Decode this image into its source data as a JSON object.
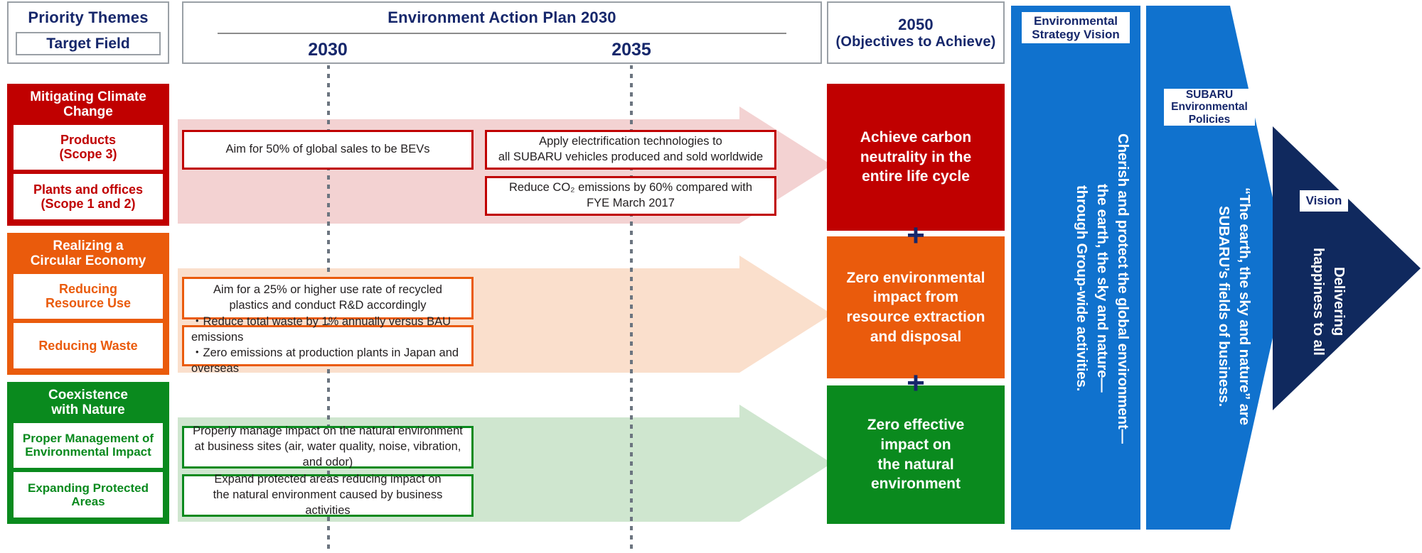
{
  "header": {
    "priority_themes": "Priority Themes",
    "target_field": "Target Field",
    "action_plan_title": "Environment Action Plan 2030",
    "year_2030": "2030",
    "year_2035": "2035",
    "objectives_year": "2050",
    "objectives_sub": "(Objectives to Achieve)"
  },
  "colors": {
    "red": "#c00000",
    "red_pale": "#f3d2d2",
    "orange": "#ea5b0c",
    "orange_pale": "#fadfcc",
    "green": "#0a8a1e",
    "green_pale": "#cfe6cf",
    "navy": "#16276b",
    "blue": "#1072ce",
    "dark_navy": "#10295e",
    "grey_border": "#9aa0a6"
  },
  "rows": [
    {
      "theme": "Mitigating Climate\nChange",
      "theme_line1": "Mitigating Climate",
      "theme_line2": "Change",
      "color": "#c00000",
      "pale": "#f3d2d2",
      "subs": [
        "Products\n(Scope 3)",
        "Plants and offices\n(Scope 1 and 2)"
      ],
      "sub1_l1": "Products",
      "sub1_l2": "(Scope 3)",
      "sub2_l1": "Plants and offices",
      "sub2_l2": "(Scope 1 and 2)",
      "actions": [
        {
          "text": "Aim for 50% of global sales to be BEVs",
          "column": "2030"
        },
        {
          "text": "Apply electrification technologies to\nall SUBARU vehicles produced and sold worldwide",
          "column": "2035"
        },
        {
          "text": "Reduce CO₂ emissions by 60% compared with\nFYE March 2017",
          "column": "2035"
        }
      ],
      "a1": "Aim for 50% of global sales to be BEVs",
      "a2_l1": "Apply electrification technologies to",
      "a2_l2": "all SUBARU vehicles produced and sold worldwide",
      "a3_l1": "Reduce CO₂ emissions by 60% compared with",
      "a3_l2": "FYE March 2017",
      "objective": "Achieve carbon neutrality in the entire life cycle",
      "obj_l1": "Achieve carbon",
      "obj_l2": "neutrality in the",
      "obj_l3": "entire life cycle"
    },
    {
      "theme": "Realizing a\nCircular Economy",
      "theme_line1": "Realizing a",
      "theme_line2": "Circular Economy",
      "color": "#ea5b0c",
      "pale": "#fadfcc",
      "subs": [
        "Reducing\nResource Use",
        "Reducing Waste"
      ],
      "sub1_l1": "Reducing",
      "sub1_l2": "Resource Use",
      "sub2_l1": "Reducing Waste",
      "sub2_l2": "",
      "actions": [
        {
          "text": "Aim for a 25% or higher use rate of recycled\nplastics and conduct R&D accordingly",
          "column": "2030"
        },
        {
          "text": "・Reduce total waste by 1% annually versus BAU emissions\n・Zero emissions at production plants in Japan and overseas",
          "column": "2030"
        }
      ],
      "a1_l1": "Aim for a 25% or higher use rate of recycled",
      "a1_l2": "plastics and conduct R&D accordingly",
      "a2_l1": "・Reduce total waste by 1% annually versus BAU emissions",
      "a2_l2": "・Zero emissions at production plants in Japan and overseas",
      "objective": "Zero environmental impact from resource extraction and disposal",
      "obj_l1": "Zero environmental",
      "obj_l2": "impact from",
      "obj_l3": "resource extraction",
      "obj_l4": "and disposal"
    },
    {
      "theme": "Coexistence\nwith Nature",
      "theme_line1": "Coexistence",
      "theme_line2": "with Nature",
      "color": "#0a8a1e",
      "pale": "#cfe6cf",
      "subs": [
        "Proper Management of\nEnvironmental Impact",
        "Expanding Protected\nAreas"
      ],
      "sub1_l1": "Proper Management of",
      "sub1_l2": "Environmental Impact",
      "sub2_l1": "Expanding Protected",
      "sub2_l2": "Areas",
      "actions": [
        {
          "text": "Properly manage impact on the natural environment\nat business sites (air, water quality, noise, vibration, and odor)",
          "column": "2030"
        },
        {
          "text": "Expand protected areas reducing impact on\nthe natural environment caused by business activities",
          "column": "2030"
        }
      ],
      "a1_l1": "Properly manage impact on the natural environment",
      "a1_l2": "at business sites (air, water quality, noise, vibration, and odor)",
      "a2_l1": "Expand protected areas reducing impact on",
      "a2_l2": "the natural environment caused by business activities",
      "objective": "Zero effective impact on the natural environment",
      "obj_l1": "Zero effective",
      "obj_l2": "impact on",
      "obj_l3": "the natural",
      "obj_l4": "environment"
    }
  ],
  "plus_sign": "+",
  "vision": {
    "strategy_chip_l1": "Environmental",
    "strategy_chip_l2": "Strategy Vision",
    "strategy_text": "Cherish and protect the global environment—the earth, the sky and nature—through Group-wide activities.",
    "strategy_text_l1": "Cherish and protect the global environment—",
    "strategy_text_l2": "the earth, the sky and nature—",
    "strategy_text_l3": "through Group-wide activities.",
    "policies_chip_l1": "SUBARU",
    "policies_chip_l2": "Environmental",
    "policies_chip_l3": "Policies",
    "policies_text": "“The earth, the sky and nature” are SUBARU’s fields of business.",
    "policies_text_l1": "“The earth, the sky and nature” are",
    "policies_text_l2": "SUBARU’s fields of business.",
    "vision_chip": "Vision",
    "vision_text": "Delivering happiness to all",
    "vision_text_l1": "Delivering",
    "vision_text_l2": "happiness to all"
  }
}
